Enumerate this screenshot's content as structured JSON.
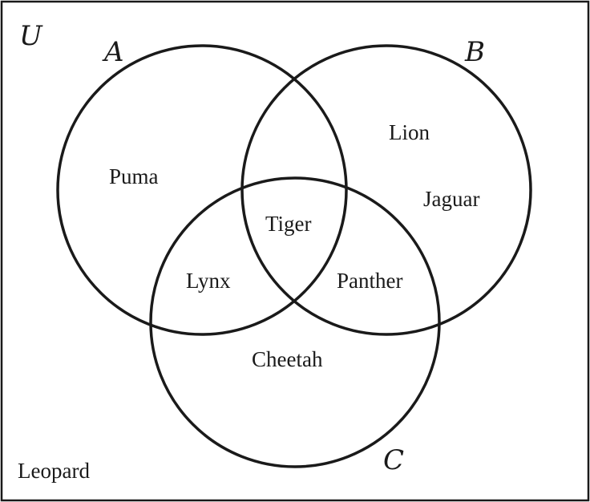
{
  "universe_label": "U",
  "sets": {
    "a": {
      "label": "A"
    },
    "b": {
      "label": "B"
    },
    "c": {
      "label": "C"
    }
  },
  "regions": {
    "a_only": "Puma",
    "b_only_1": "Lion",
    "b_only_2": "Jaguar",
    "a_b_c": "Tiger",
    "a_c_only": "Lynx",
    "b_c_only": "Panther",
    "c_only": "Cheetah",
    "outside": "Leopard"
  },
  "colors": {
    "stroke": "#1a1a1a",
    "background": "#ffffff"
  }
}
